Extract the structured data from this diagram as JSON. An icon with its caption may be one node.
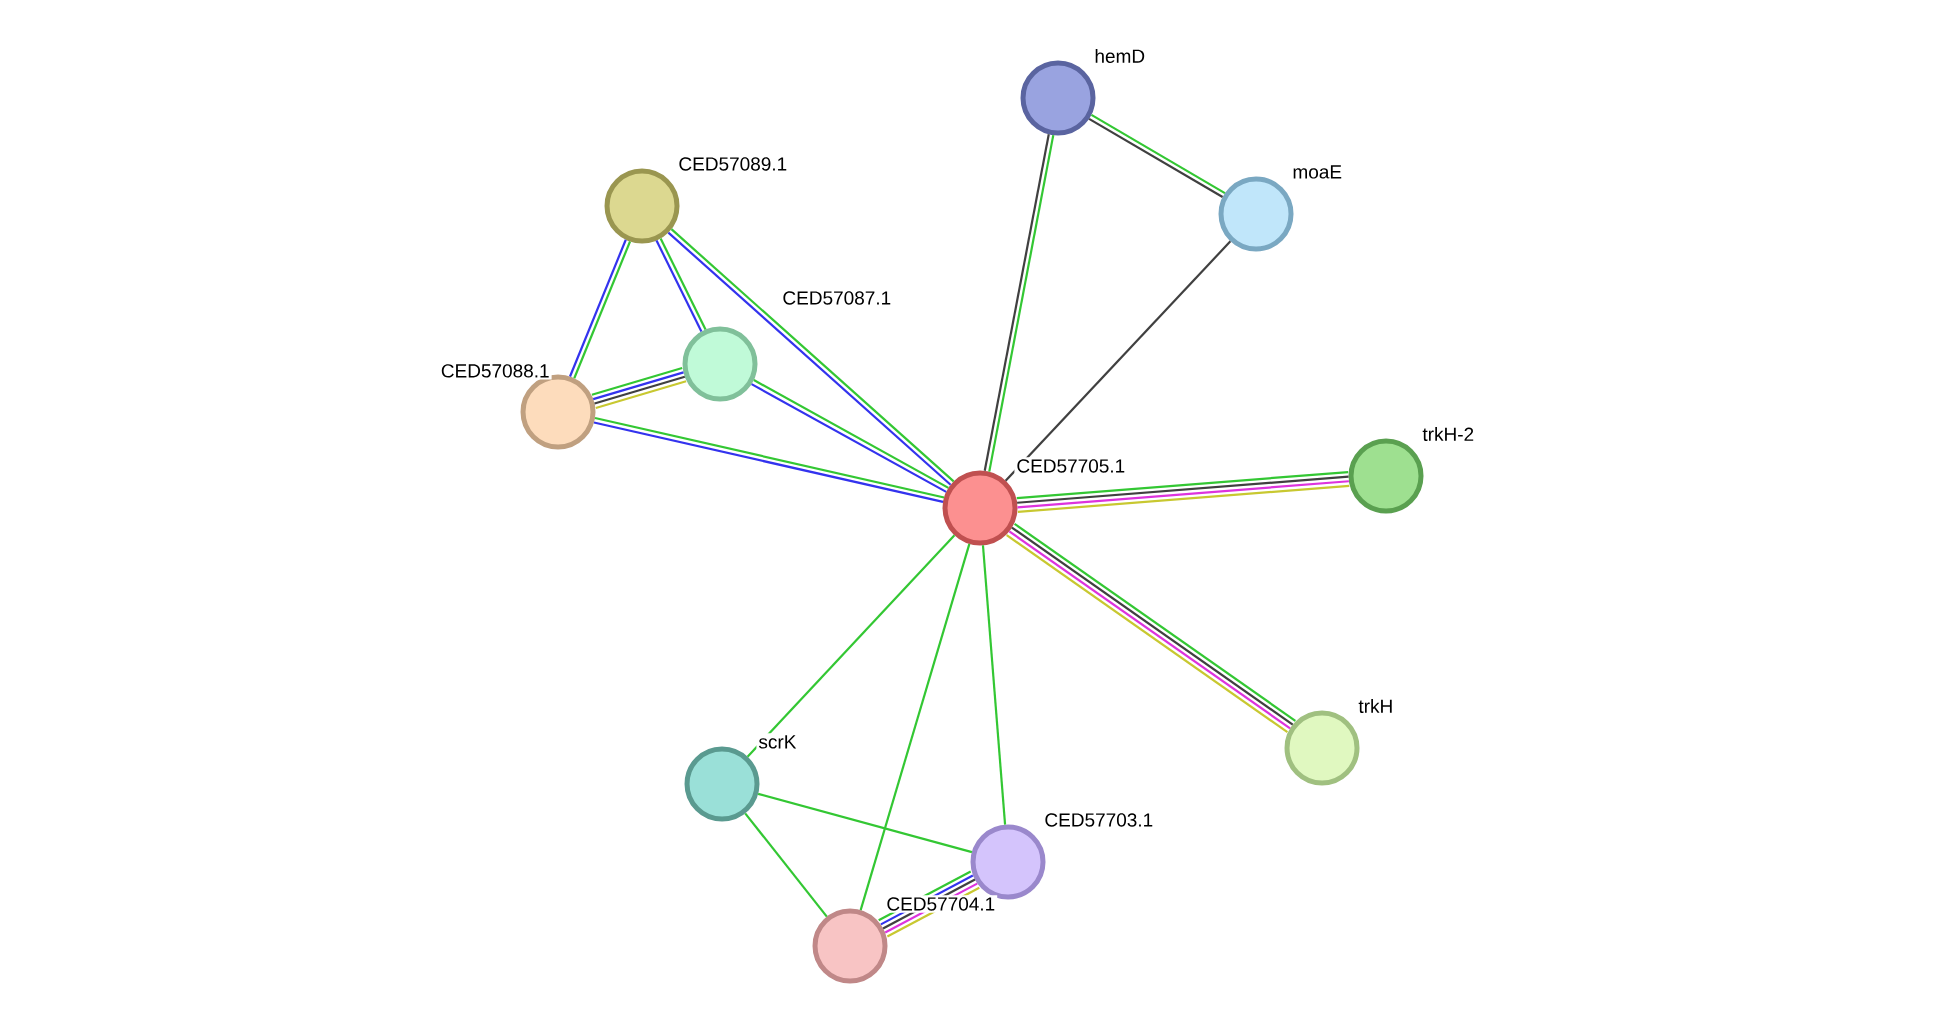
{
  "diagram": {
    "nodes": [
      {
        "text": [
          "hemD"
        ]
      },
      {
        "text": [
          "moaE"
        ]
      },
      {
        "text": [
          "CED57089.1"
        ]
      },
      {
        "text": [
          "CED57087.1"
        ]
      },
      {
        "text": [
          "CED57088.1"
        ]
      },
      {
        "text": [
          "CED57705.1"
        ]
      },
      {
        "text": [
          "trkH-2"
        ]
      },
      {
        "text": [
          "trkH"
        ]
      },
      {
        "text": [
          "scrK"
        ]
      },
      {
        "text": [
          "CED57703.1"
        ]
      },
      {
        "text": [
          "CED57704.1"
        ]
      }
    ],
    "edges": [
      {
        "from": 0,
        "to": 1,
        "arrow": "none"
      },
      {
        "from": 0,
        "to": 1,
        "arrow": "none",
        "color": "#404040"
      },
      {
        "from": 0,
        "to": 5,
        "arrow": "none"
      },
      {
        "from": 0,
        "to": 5,
        "arrow": "none",
        "color": "#404040"
      },
      {
        "from": 1,
        "to": 5,
        "arrow": "none",
        "color": "#404040"
      },
      {
        "from": 2,
        "to": 4,
        "arrow": "none"
      },
      {
        "from": 2,
        "to": 4,
        "arrow": "none",
        "color": "#3333ee"
      },
      {
        "from": 2,
        "to": 3,
        "arrow": "none"
      },
      {
        "from": 2,
        "to": 3,
        "arrow": "none",
        "color": "#3333ee"
      },
      {
        "from": 2,
        "to": 5,
        "arrow": "none"
      },
      {
        "from": 2,
        "to": 5,
        "arrow": "none",
        "color": "#3333ee"
      },
      {
        "from": 3,
        "to": 4,
        "arrow": "none",
        "color": "#c8c830"
      },
      {
        "from": 3,
        "to": 4,
        "arrow": "none",
        "color": "#404040"
      },
      {
        "from": 3,
        "to": 4,
        "arrow": "none",
        "color": "#3333ee"
      },
      {
        "from": 3,
        "to": 4,
        "arrow": "none"
      },
      {
        "from": 3,
        "to": 5,
        "arrow": "none"
      },
      {
        "from": 3,
        "to": 5,
        "arrow": "none",
        "color": "#3333ee"
      },
      {
        "from": 4,
        "to": 5,
        "arrow": "none"
      },
      {
        "from": 4,
        "to": 5,
        "arrow": "none",
        "color": "#3333ee"
      },
      {
        "from": 5,
        "to": 6,
        "arrow": "none"
      },
      {
        "from": 5,
        "to": 6,
        "arrow": "none",
        "color": "#404040"
      },
      {
        "from": 5,
        "to": 6,
        "arrow": "none",
        "color": "#dd33dd"
      },
      {
        "from": 5,
        "to": 6,
        "arrow": "none",
        "color": "#c8c830"
      },
      {
        "from": 5,
        "to": 7,
        "arrow": "none"
      },
      {
        "from": 5,
        "to": 7,
        "arrow": "none",
        "color": "#404040"
      },
      {
        "from": 5,
        "to": 7,
        "arrow": "none",
        "color": "#dd33dd"
      },
      {
        "from": 5,
        "to": 7,
        "arrow": "none",
        "color": "#c8c830"
      },
      {
        "from": 5,
        "to": 8,
        "arrow": "none"
      },
      {
        "from": 5,
        "to": 10,
        "arrow": "none"
      },
      {
        "from": 5,
        "to": 9,
        "arrow": "none"
      },
      {
        "from": 8,
        "to": 9,
        "arrow": "none"
      },
      {
        "from": 8,
        "to": 10,
        "arrow": "none"
      },
      {
        "from": 9,
        "to": 10,
        "arrow": "none",
        "color": "#c8c830"
      },
      {
        "from": 9,
        "to": 10,
        "arrow": "none",
        "color": "#dd33dd"
      },
      {
        "from": 9,
        "to": 10,
        "arrow": "none",
        "color": "#404040"
      },
      {
        "from": 9,
        "to": 10,
        "arrow": "none",
        "color": "#3333ee"
      },
      {
        "from": 9,
        "to": 10,
        "arrow": "none"
      }
    ]
  }
}
